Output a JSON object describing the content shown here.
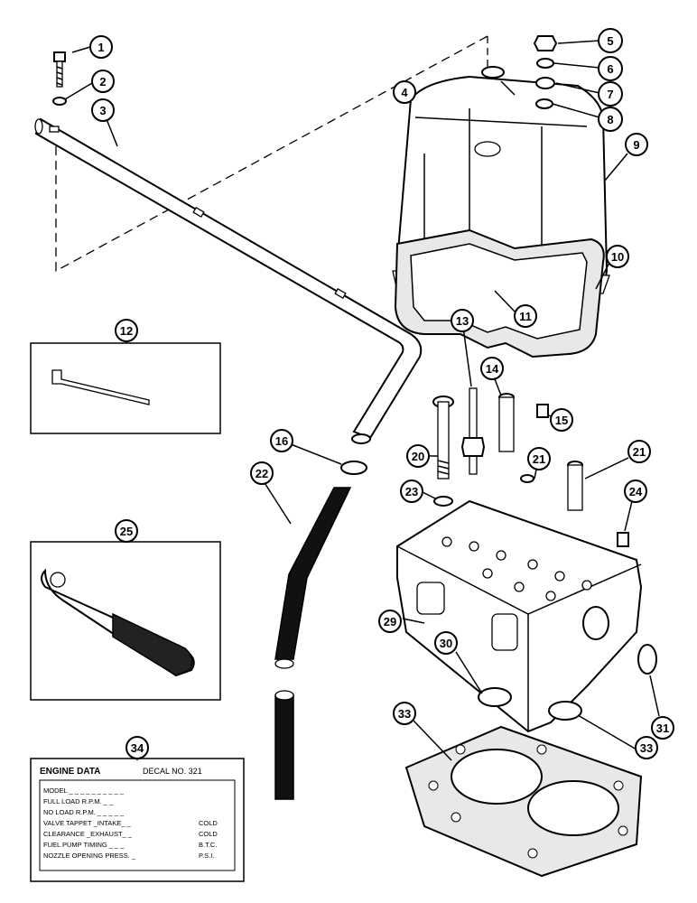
{
  "callouts": [
    "1",
    "2",
    "3",
    "4",
    "5",
    "6",
    "7",
    "8",
    "9",
    "10",
    "11",
    "12",
    "13",
    "14",
    "15",
    "16",
    "20",
    "21",
    "21",
    "22",
    "23",
    "24",
    "25",
    "29",
    "30",
    "31",
    "33",
    "33",
    "34"
  ],
  "decal": {
    "title": "ENGINE DATA",
    "decal_no": "DECAL NO. 321",
    "lines": [
      {
        "left": "MODEL _ _ _ _ _ _ _ _ _ _",
        "right": ""
      },
      {
        "left": "FULL LOAD R.P.M. _ _",
        "right": ""
      },
      {
        "left": "NO LOAD R.P.M. _ _ _ _ _",
        "right": ""
      },
      {
        "left": "VALVE TAPPET _INTAKE_ _",
        "right": "COLD"
      },
      {
        "left": "CLEARANCE _EXHAUST_ _",
        "right": "COLD"
      },
      {
        "left": "FUEL PUMP TIMING _ _ _",
        "right": "B.T.C."
      },
      {
        "left": "NOZZLE OPENING PRESS. _",
        "right": "P.S.I."
      }
    ]
  }
}
